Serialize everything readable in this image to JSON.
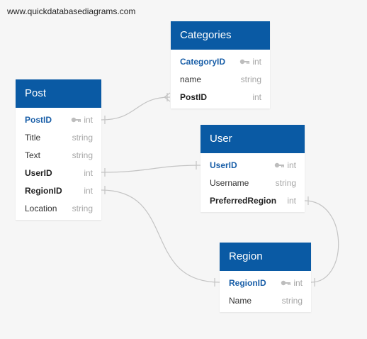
{
  "site_url": "www.quickdatabasediagrams.com",
  "tables": [
    {
      "id": "categories",
      "name": "Categories",
      "fields": [
        {
          "name": "CategoryID",
          "type": "int",
          "pk": true
        },
        {
          "name": "name",
          "type": "string"
        },
        {
          "name": "PostID",
          "type": "int",
          "ref": true
        }
      ]
    },
    {
      "id": "post",
      "name": "Post",
      "fields": [
        {
          "name": "PostID",
          "type": "int",
          "pk": true
        },
        {
          "name": "Title",
          "type": "string"
        },
        {
          "name": "Text",
          "type": "string"
        },
        {
          "name": "UserID",
          "type": "int",
          "ref": true
        },
        {
          "name": "RegionID",
          "type": "int",
          "ref": true
        },
        {
          "name": "Location",
          "type": "string"
        }
      ]
    },
    {
      "id": "user",
      "name": "User",
      "fields": [
        {
          "name": "UserID",
          "type": "int",
          "pk": true
        },
        {
          "name": "Username",
          "type": "string"
        },
        {
          "name": "PreferredRegion",
          "type": "int",
          "ref": true
        }
      ]
    },
    {
      "id": "region",
      "name": "Region",
      "fields": [
        {
          "name": "RegionID",
          "type": "int",
          "pk": true
        },
        {
          "name": "Name",
          "type": "string"
        }
      ]
    }
  ],
  "relationships": [
    {
      "from": "post.PostID",
      "to": "categories.PostID",
      "type": "one-to-many"
    },
    {
      "from": "post.UserID",
      "to": "user.UserID",
      "type": "one-to-one"
    },
    {
      "from": "post.RegionID",
      "to": "region.RegionID",
      "type": "one-to-one"
    },
    {
      "from": "user.PreferredRegion",
      "to": "region.RegionID",
      "type": "one-to-one"
    }
  ],
  "colors": {
    "header": "#0a5aa4",
    "link": "#c4c4c4",
    "pk_text": "#1a5fa8",
    "type_text": "#a7a7a7",
    "background": "#f6f6f6"
  }
}
